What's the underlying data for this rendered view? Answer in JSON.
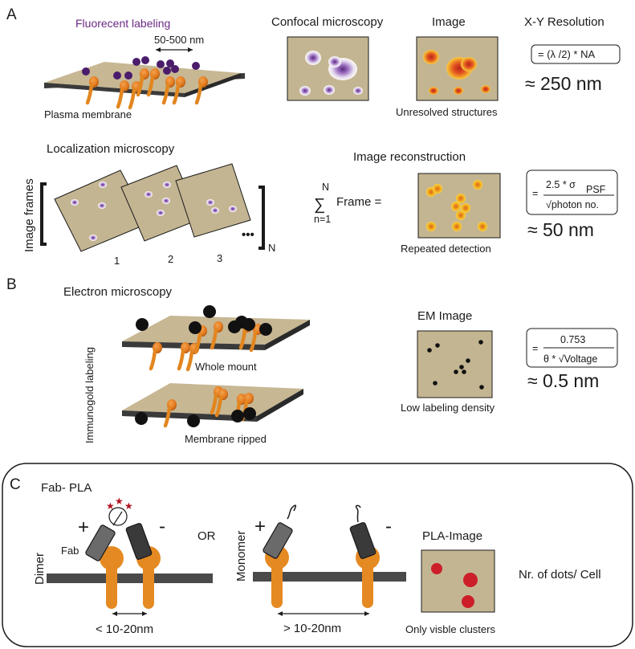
{
  "colors": {
    "membrane_top": "#c7b793",
    "membrane_side": "#3a3a3a",
    "receptor": "#e58a22",
    "fluor": "#4a1c6b",
    "gold": "#111111",
    "pla_dot": "#cc1f2a",
    "image_bg": "#c4b592",
    "purple_text": "#6b2a86"
  },
  "panel_a": {
    "letter": "A",
    "fluorescent_labeling": "Fluorecent labeling",
    "distance": "50-500 nm",
    "plasma_membrane": "Plasma membrane",
    "confocal": "Confocal microscopy",
    "image": "Image",
    "unresolved": "Unresolved structures",
    "xy_resolution": "X-Y Resolution",
    "formula_conf": "= (λ /2) * NA",
    "res_conf": "≈ 250 nm",
    "localization": "Localization microscopy",
    "image_frames": "Image frames",
    "frame_numbers": [
      "1",
      "2",
      "3"
    ],
    "ellipsis": "•••",
    "n_label": "N",
    "reconstruction": "Image reconstruction",
    "sum_upper": "N",
    "sum_symbol": "∑",
    "sum_lower": "n=1",
    "sum_text": "Frame =",
    "repeated": "Repeated detection",
    "formula_loc_eq": "=",
    "formula_loc_num": "2.5 * σ",
    "formula_loc_sub": "PSF",
    "formula_loc_den": "√photon no.",
    "res_loc": "≈ 50 nm"
  },
  "panel_b": {
    "letter": "B",
    "electron": "Electron microscopy",
    "immunogold": "Immunogold labeling",
    "whole_mount": "Whole mount",
    "ripped": "Membrane ripped",
    "em_image": "EM Image",
    "low_density": "Low labeling density",
    "formula_em_eq": "=",
    "formula_em_num": "0.753",
    "formula_em_den": "θ * √Voltage",
    "res_em": "≈ 0.5 nm"
  },
  "panel_c": {
    "letter": "C",
    "fab_pla": "Fab- PLA",
    "plus": "+",
    "minus": "-",
    "fab": "Fab",
    "dimer": "Dimer",
    "or": "OR",
    "monomer": "Monomer",
    "dist_dimer": "< 10-20nm",
    "dist_monomer": "> 10-20nm",
    "pla_image": "PLA-Image",
    "visible": "Only visble clusters",
    "dots_per_cell": "Nr. of dots/ Cell"
  }
}
